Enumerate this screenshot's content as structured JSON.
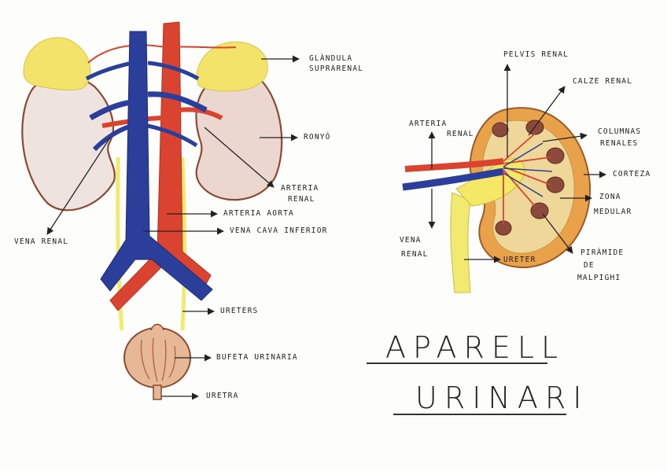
{
  "title": {
    "line1": "APARELL",
    "line2": "URINARI"
  },
  "left_labels": {
    "glandula": "GLÀNDULA",
    "suprarenal": "SUPRARENAL",
    "ronyo": "RONYÓ",
    "arteria_renal_1": "ARTERIA",
    "arteria_renal_2": "RENAL",
    "arteria_aorta": "ARTERIA AORTA",
    "vena_cava": "VENA CAVA INFERIOR",
    "vena_renal": "VENA RENAL",
    "ureters": "URETERS",
    "bufeta": "BUFETA URINARIA",
    "uretra": "URETRA"
  },
  "right_labels": {
    "pelvis": "PELVIS RENAL",
    "calze": "CALZE RENAL",
    "columnas_1": "COLUMNAS",
    "columnas_2": "RENALES",
    "arteria_1": "ARTERIA",
    "arteria_2": "RENAL",
    "corteza": "CORTEZA",
    "zona_1": "ZONA",
    "zona_2": "MEDULAR",
    "vena_1": "VENA",
    "vena_2": "RENAL",
    "ureter": "URETER",
    "piramide_1": "PIRÀMIDE",
    "piramide_2": "DE",
    "piramide_3": "MALPIGHI"
  },
  "colors": {
    "vein": "#2b3f9a",
    "artery": "#d9432f",
    "adrenal": "#f3e36a",
    "kidney": "#efe3df",
    "kidney_outline": "#8a4a32",
    "ureter": "#f2ea70",
    "bladder": "#e7b895",
    "cortex": "#e9a24a",
    "pyramid": "#8c4a3c"
  }
}
